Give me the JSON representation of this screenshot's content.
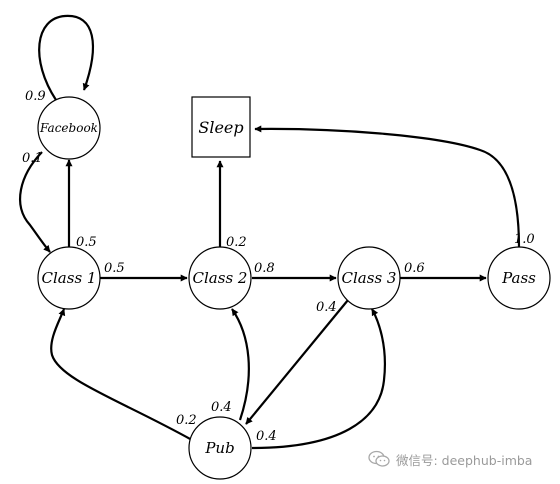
{
  "nodes": {
    "facebook": "Facebook",
    "sleep": "Sleep",
    "class1": "Class 1",
    "class2": "Class 2",
    "class3": "Class 3",
    "pass": "Pass",
    "pub": "Pub"
  },
  "edges": {
    "facebook_self": "0.9",
    "facebook_to_class1": "0.1",
    "class1_to_facebook": "0.5",
    "class1_to_class2": "0.5",
    "class2_to_sleep": "0.2",
    "class2_to_class3": "0.8",
    "class3_to_pass": "0.6",
    "class3_to_pub": "0.4",
    "pass_to_sleep": "1.0",
    "pub_to_class1": "0.2",
    "pub_to_class2": "0.4",
    "pub_to_class3": "0.4"
  },
  "watermark": {
    "text": "微信号: deephub-imba",
    "icon": "wechat-icon"
  }
}
